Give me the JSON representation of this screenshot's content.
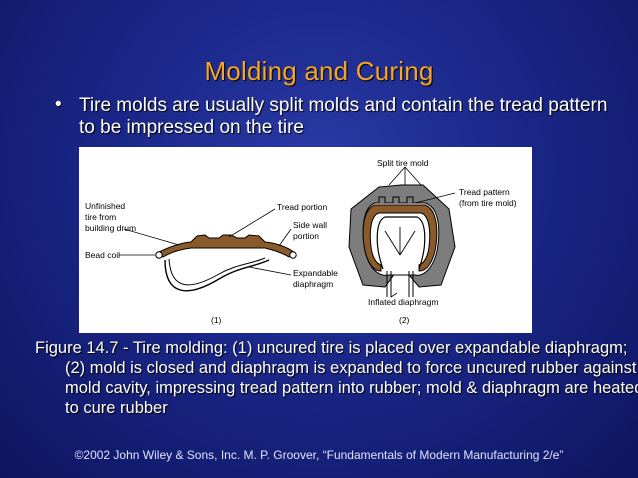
{
  "slide": {
    "title": "Molding and Curing",
    "bullet_symbol": "•",
    "bullet": "Tire molds are usually split molds and contain the tread pattern to be impressed on the tire",
    "caption": "Figure 14.7 - Tire molding: (1) uncured tire is placed over expandable diaphragm; (2) mold is closed and diaphragm is expanded to force uncured rubber against mold cavity, impressing tread pattern into rubber; mold & diaphragm are heated to cure rubber",
    "footer": "©2002 John Wiley & Sons, Inc.  M. P. Groover, “Fundamentals of Modern Manufacturing 2/e”"
  },
  "figure": {
    "labels": {
      "unfinished_tire": "Unfinished\ntire from\nbuilding drum",
      "tread_portion": "Tread portion",
      "side_wall": "Side wall\nportion",
      "bead_coil": "Bead coil",
      "expandable_diaphragm": "Expandable\ndiaphragm",
      "part1": "(1)",
      "split_tire_mold": "Split tire mold",
      "tread_pattern": "Tread pattern\n(from tire mold)",
      "inflated_diaphragm": "Inflated diaphragm",
      "part2": "(2)"
    },
    "colors": {
      "rubber": "#8b5a2b",
      "mold": "#7d7d7d"
    }
  }
}
